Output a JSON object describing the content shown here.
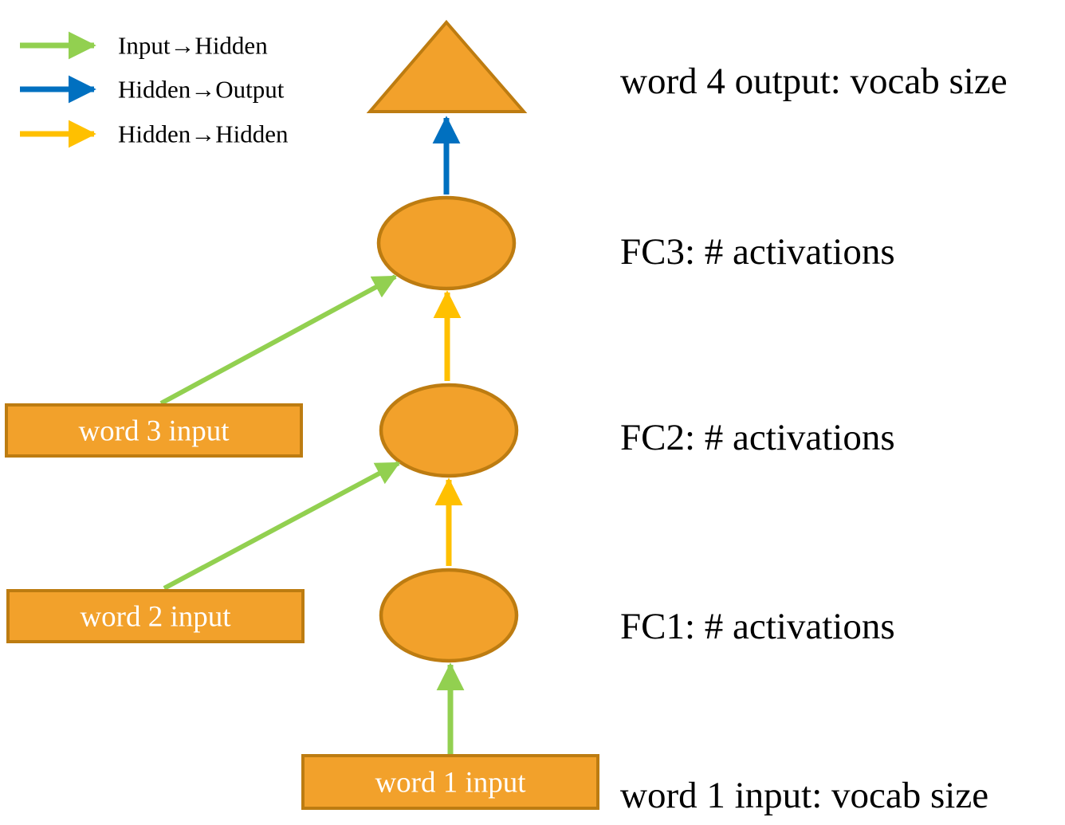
{
  "legend": {
    "items": [
      {
        "label": "Input→Hidden"
      },
      {
        "label": "Hidden→Output"
      },
      {
        "label": "Hidden→Hidden"
      }
    ]
  },
  "boxes": {
    "word3": {
      "label": "word 3 input"
    },
    "word2": {
      "label": "word 2 input"
    },
    "word1": {
      "label": "word 1 input"
    }
  },
  "side_labels": {
    "word4_output": "word 4 output: vocab size",
    "fc3": "FC3: # activations",
    "fc2": "FC2: # activations",
    "fc1": "FC1: # activations",
    "word1_input": "word 1 input: vocab size"
  },
  "colors": {
    "node_fill": "#F2A12B",
    "node_stroke": "#BD7C11",
    "input_hidden_arrow": "#92D050",
    "hidden_output_arrow": "#0070C0",
    "hidden_hidden_arrow": "#FFC000",
    "box_text": "#FFFFFF",
    "label_text": "#000000"
  }
}
